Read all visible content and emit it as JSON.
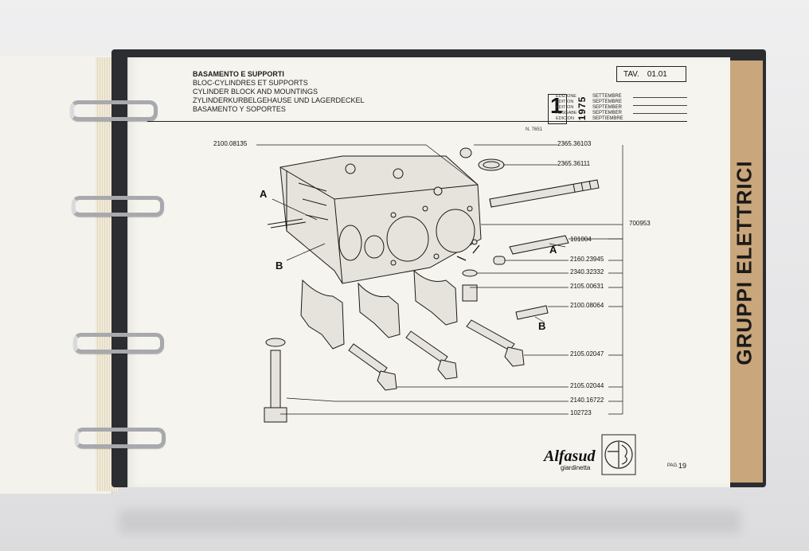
{
  "header": {
    "titles": [
      "BASAMENTO E SUPPORTI",
      "BLOC-CYLINDRES ET SUPPORTS",
      "CYLINDER BLOCK AND MOUNTINGS",
      "ZYLINDERKURBELGEHAUSE UND LAGERDECKEL",
      "BASAMENTO Y SOPORTES"
    ],
    "tav_label": "TAV.",
    "tav_number": "01.01"
  },
  "edition": {
    "number": "1",
    "year": "1975",
    "edition_labels": [
      "EDIZIONE",
      "EDITION",
      "EDITION",
      "AUSGABE",
      "EDICION"
    ],
    "months": [
      "SETTEMBRE",
      "SEPTEMBRE",
      "SEPTEMBER",
      "SEPTEMBER",
      "SEPTIEMBRE"
    ]
  },
  "drawing_code": "N. 7651",
  "tab_label": "GRUPPI ELETTRICI",
  "parts": [
    "2100.08135",
    "2365.36103",
    "2365.36111",
    "700953",
    "101004",
    "2160.23945",
    "2340.32332",
    "2105.00631",
    "2100.08064",
    "2105.02047",
    "2105.02044",
    "2140.16722",
    "102723"
  ],
  "markers": [
    "A",
    "B",
    "A",
    "B"
  ],
  "footer": {
    "brand": "Alfasud",
    "model": "giardinetta",
    "page_label": "PAG.",
    "page_number": "19"
  }
}
